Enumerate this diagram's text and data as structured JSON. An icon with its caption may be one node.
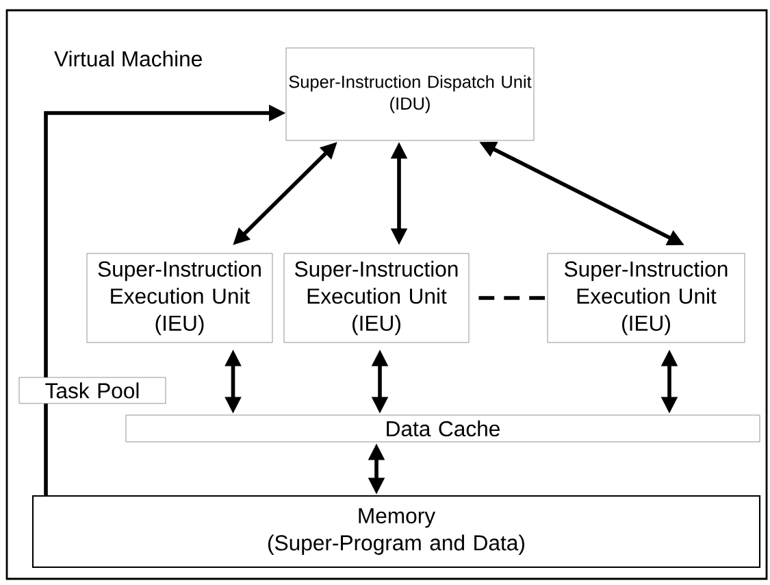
{
  "diagram": {
    "nodes": [
      {
        "text": [
          "Virtual Machine"
        ]
      },
      {
        "text": [
          "Super-Instruction Dispatch Unit (IDU)"
        ],
        "in": 0
      },
      {
        "text": [
          "Super-Instruction Execution Unit (IEU)"
        ],
        "in": 0
      },
      {
        "text": [
          "Super-Instruction Execution Unit (IEU)"
        ],
        "in": 0
      },
      {
        "text": [
          "Super-Instruction Execution Unit (IEU)"
        ],
        "in": 0
      },
      {
        "text": [
          "Task Pool"
        ],
        "in": 0
      },
      {
        "text": [
          "Data Cache"
        ],
        "in": 0
      },
      {
        "text": [
          "Memory (Super-Program and Data)"
        ],
        "in": 0
      }
    ],
    "edges": [
      {
        "from": 1,
        "to": 2,
        "arrow": "both"
      },
      {
        "from": 1,
        "to": 3,
        "arrow": "both"
      },
      {
        "from": 1,
        "to": 4,
        "arrow": "both"
      },
      {
        "from": 3,
        "to": 4,
        "arrow": "none",
        "style": "dashed"
      },
      {
        "from": 2,
        "to": 6,
        "arrow": "both"
      },
      {
        "from": 3,
        "to": 6,
        "arrow": "both"
      },
      {
        "from": 4,
        "to": 6,
        "arrow": "both"
      },
      {
        "from": 6,
        "to": 7,
        "arrow": "both"
      },
      {
        "from": 7,
        "to": 5,
        "arrow": "none"
      },
      {
        "from": 5,
        "to": 1,
        "arrow": "to"
      }
    ]
  }
}
